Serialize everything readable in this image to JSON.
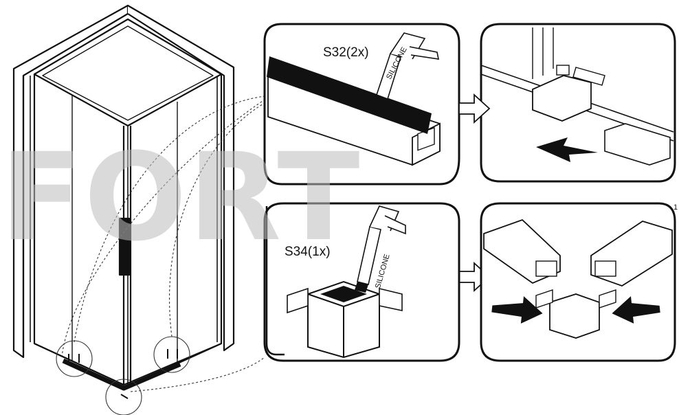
{
  "watermark": "FORT",
  "steps": {
    "profile_seal": {
      "code": "S32(2x)",
      "tool_text": "SILICONE"
    },
    "corner_seal": {
      "code": "S34(1x)",
      "tool_text": "SILICONE"
    }
  },
  "page_mark": "1"
}
